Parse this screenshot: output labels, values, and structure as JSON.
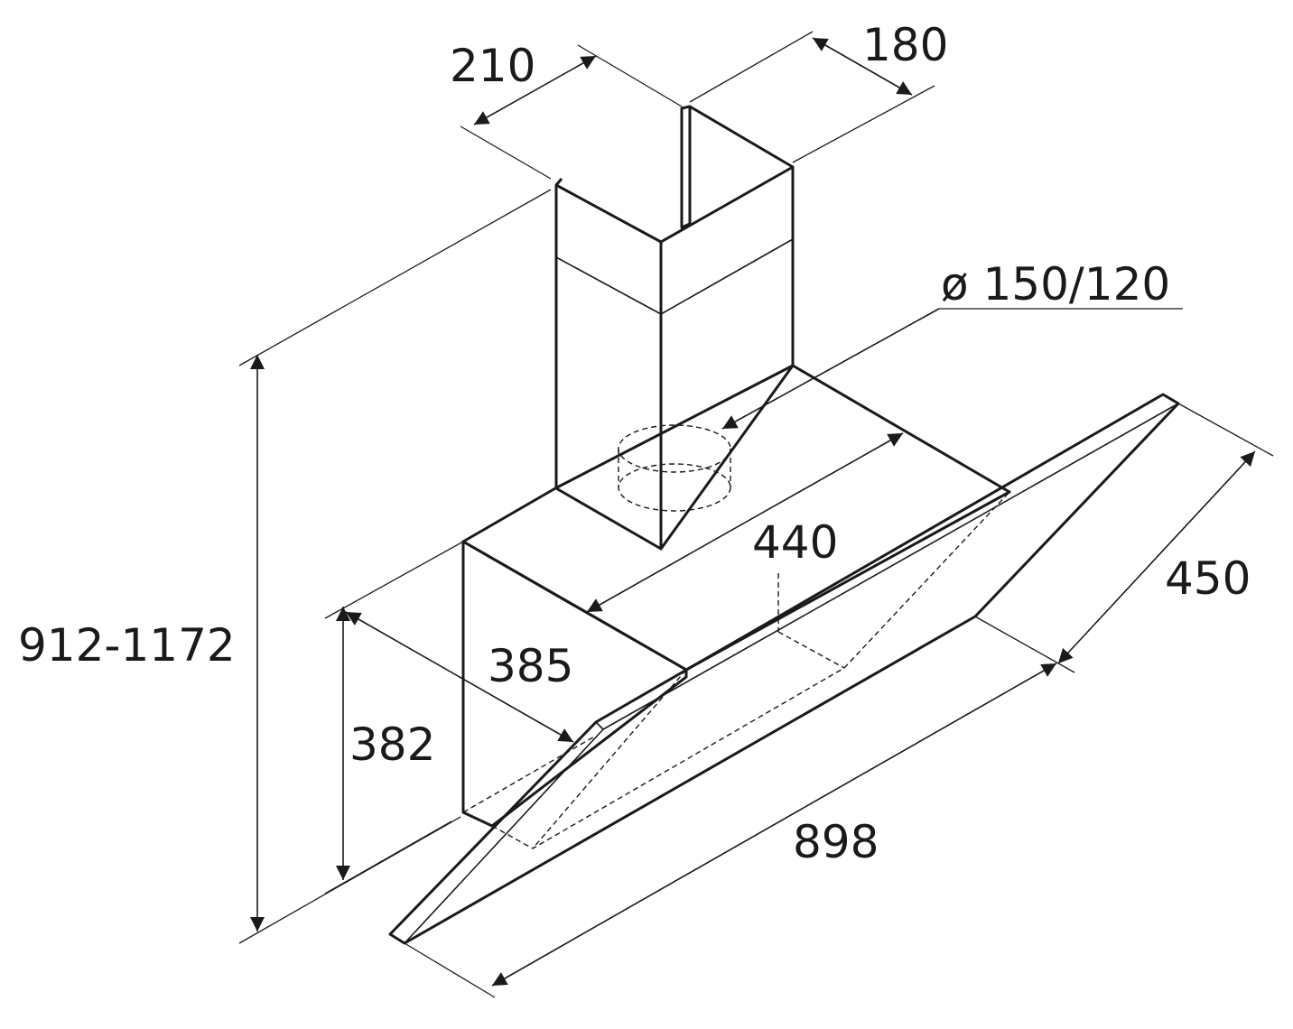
{
  "dimensions": {
    "chimney_width": "210",
    "chimney_depth": "180",
    "duct_diameter": "ø 150/120",
    "body_width": "440",
    "body_depth": "385",
    "body_height": "382",
    "glass_depth": "450",
    "total_width": "898",
    "total_height": "912-1172"
  },
  "colors": {
    "line": "#1a1a1a",
    "chimney_front": "#e4e4e4",
    "chimney_side": "#eeeeee",
    "body_top": "#f4f4f4",
    "body_front": "#e6e6e6",
    "glass": "#d9d9d9"
  }
}
